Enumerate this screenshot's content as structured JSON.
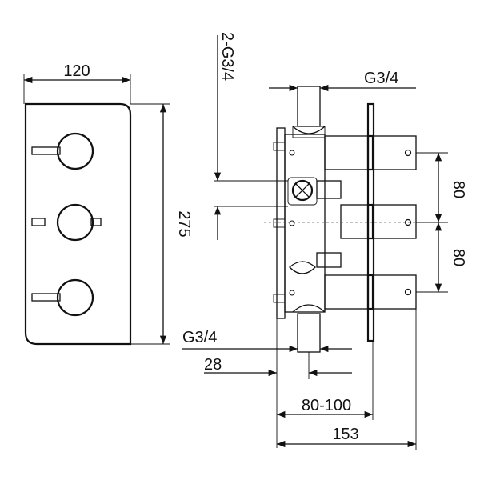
{
  "dimensions": {
    "width_top": "120",
    "height_front": "275",
    "inlets_top": "2-G3/4",
    "outlet_top": "G3/4",
    "outlet_bottom": "G3/4",
    "offset_28": "28",
    "spacing_upper": "80",
    "spacing_lower": "80",
    "depth_range": "80-100",
    "total_depth": "153"
  },
  "colors": {
    "line": "#111111",
    "background": "#ffffff"
  }
}
